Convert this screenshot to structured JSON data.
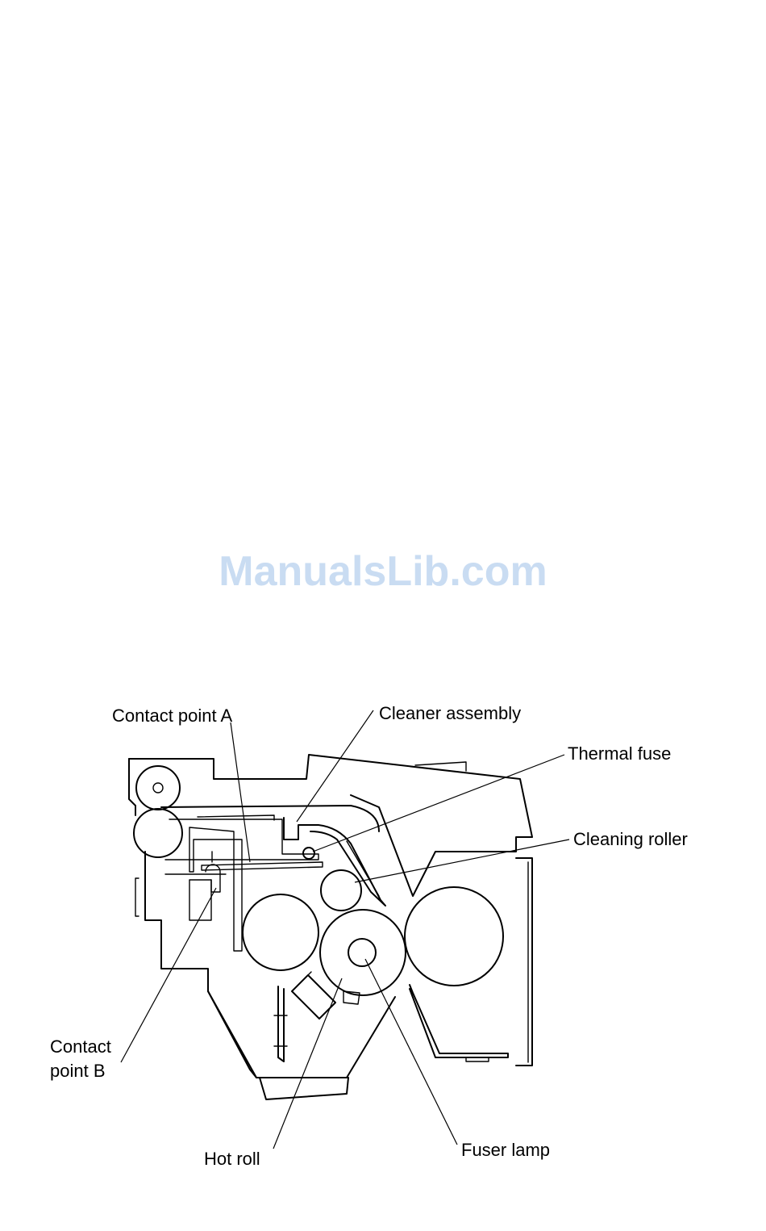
{
  "watermark": {
    "text": "ManualsLib.com",
    "color": "#c9dcf2"
  },
  "diagram": {
    "labels": {
      "contact_point_a": "Contact point A",
      "cleaner_assembly": "Cleaner assembly",
      "thermal_fuse": "Thermal fuse",
      "cleaning_roller": "Cleaning roller",
      "contact_point_b_line1": "Contact",
      "contact_point_b_line2": "point B",
      "hot_roll": "Hot roll",
      "fuser_lamp": "Fuser lamp"
    }
  }
}
